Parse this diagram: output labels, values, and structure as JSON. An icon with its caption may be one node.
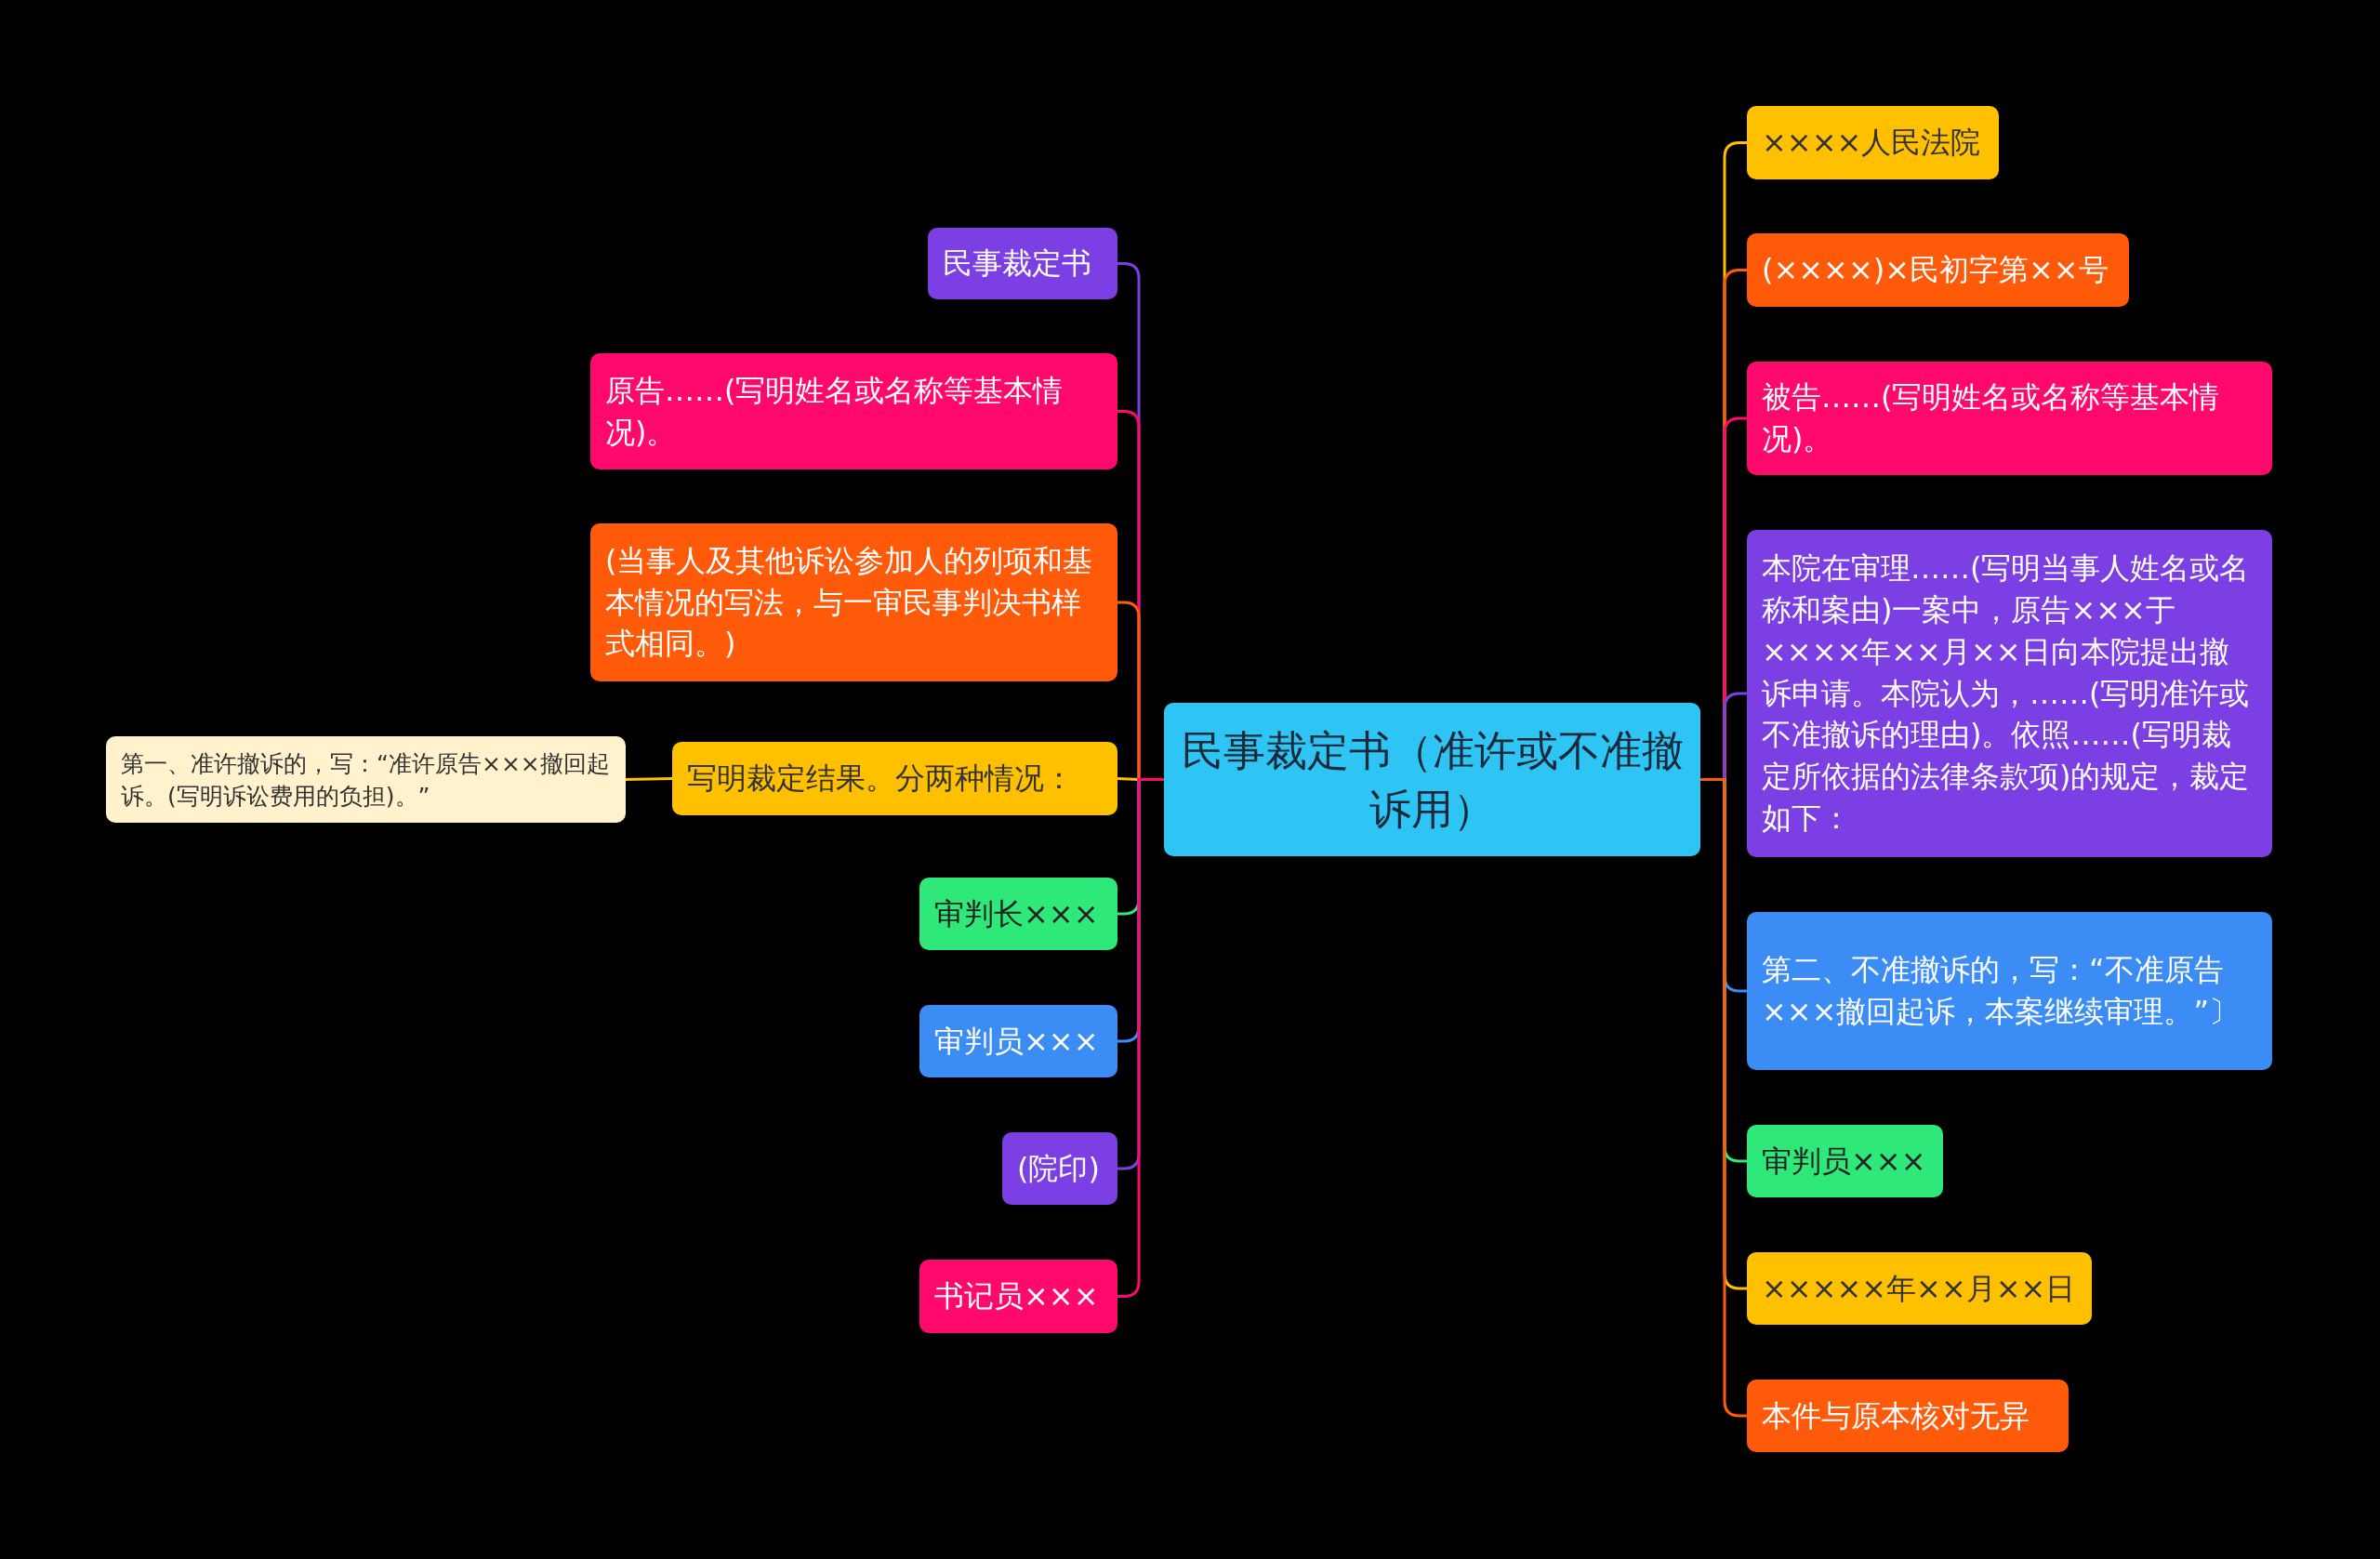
{
  "diagram": {
    "nodes": [
      {
        "text": [
          "民事裁定书（准许或不准撤诉用）"
        ]
      },
      {
        "text": [
          "民事裁定书"
        ]
      },
      {
        "text": [
          "原告……(写明姓名或名称等基本情况)。"
        ]
      },
      {
        "text": [
          "(当事人及其他诉讼参加人的列项和基本情况的写法，与一审民事判决书样式相同。)"
        ]
      },
      {
        "text": [
          "写明裁定结果。分两种情况："
        ]
      },
      {
        "text": [
          "第一、准许撤诉的，写：“准许原告×××撤回起诉。(写明诉讼费用的负担)。”"
        ]
      },
      {
        "text": [
          "审判长×××"
        ]
      },
      {
        "text": [
          "审判员×××"
        ]
      },
      {
        "text": [
          "(院印)"
        ]
      },
      {
        "text": [
          "书记员×××"
        ]
      },
      {
        "text": [
          "××××人民法院"
        ]
      },
      {
        "text": [
          "(××××)×民初字第××号"
        ]
      },
      {
        "text": [
          "被告……(写明姓名或名称等基本情况)。"
        ]
      },
      {
        "text": [
          "本院在审理……(写明当事人姓名或名称和案由)一案中，原告×××于××××年××月××日向本院提出撤诉申请。本院认为，……(写明准许或不准撤诉的理由)。依照……(写明裁定所依据的法律条款项)的规定，裁定如下："
        ]
      },
      {
        "text": [
          "第二、不准撤诉的，写：“不准原告×××撤回起诉，本案继续审理。”〕"
        ]
      },
      {
        "text": [
          "审判员×××"
        ]
      },
      {
        "text": [
          "×××××年××月××日"
        ]
      },
      {
        "text": [
          "本件与原本核对无异"
        ]
      }
    ],
    "edges": [
      {
        "from": 0,
        "to": 1,
        "arrow": "none",
        "color": "#7b3fe4"
      },
      {
        "from": 0,
        "to": 2,
        "arrow": "none",
        "color": "#ff0a6c"
      },
      {
        "from": 0,
        "to": 3,
        "arrow": "none",
        "color": "#ff5a0a"
      },
      {
        "from": 0,
        "to": 4,
        "arrow": "none",
        "color": "#ffc000"
      },
      {
        "from": 4,
        "to": 5,
        "arrow": "none",
        "color": "#ffc000"
      },
      {
        "from": 0,
        "to": 6,
        "arrow": "none",
        "color": "#2ee87a"
      },
      {
        "from": 0,
        "to": 7,
        "arrow": "none",
        "color": "#3b8cf5"
      },
      {
        "from": 0,
        "to": 8,
        "arrow": "none",
        "color": "#7b3fe4"
      },
      {
        "from": 0,
        "to": 9,
        "arrow": "none",
        "color": "#ff0a6c"
      },
      {
        "from": 0,
        "to": 10,
        "arrow": "none",
        "color": "#ffc000"
      },
      {
        "from": 0,
        "to": 11,
        "arrow": "none",
        "color": "#ff5a0a"
      },
      {
        "from": 0,
        "to": 12,
        "arrow": "none",
        "color": "#ff0a6c"
      },
      {
        "from": 0,
        "to": 13,
        "arrow": "none",
        "color": "#7b3fe4"
      },
      {
        "from": 0,
        "to": 14,
        "arrow": "none",
        "color": "#3b8cf5"
      },
      {
        "from": 0,
        "to": 15,
        "arrow": "none",
        "color": "#2ee87a"
      },
      {
        "from": 0,
        "to": 16,
        "arrow": "none",
        "color": "#ffc000"
      },
      {
        "from": 0,
        "to": 17,
        "arrow": "none",
        "color": "#ff5a0a"
      }
    ]
  }
}
